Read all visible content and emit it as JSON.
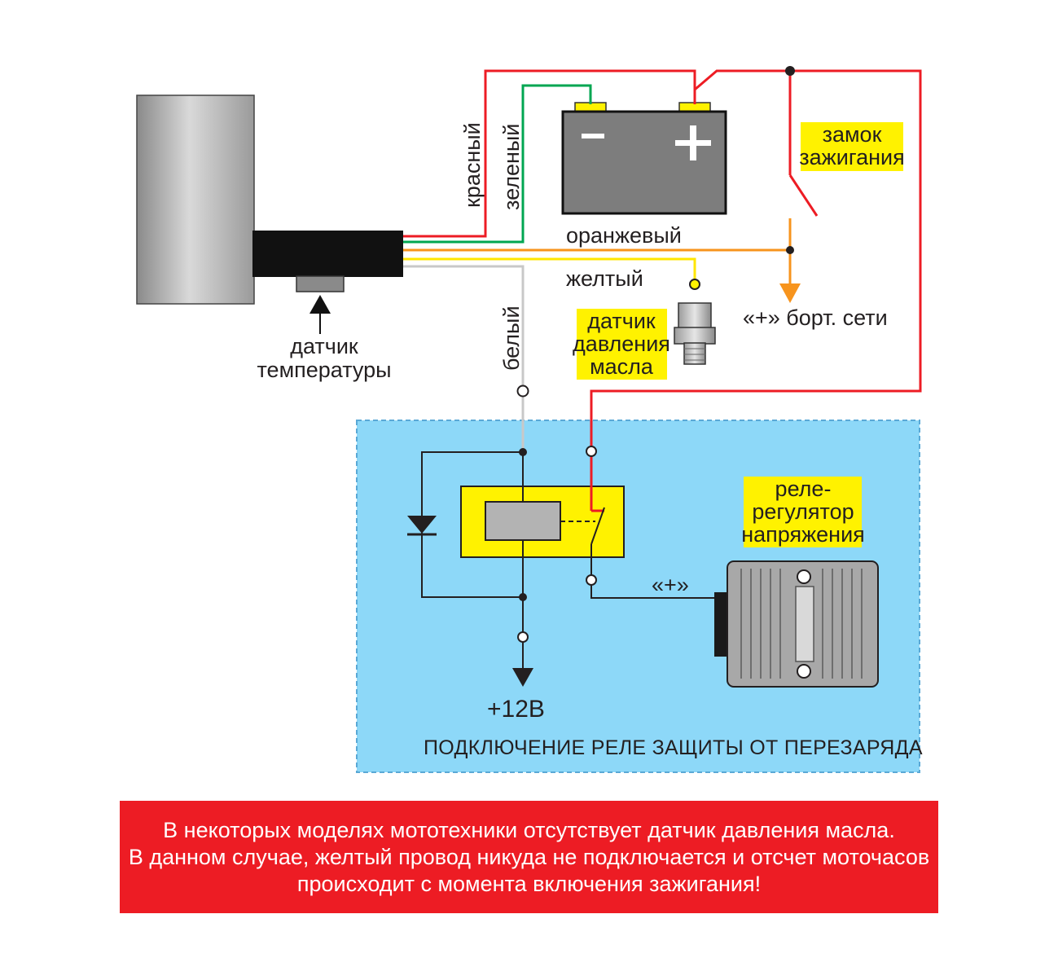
{
  "labels": {
    "wire_red": "красный",
    "wire_green": "зеленый",
    "wire_orange": "оранжевый",
    "wire_yellow": "желтый",
    "wire_white": "белый",
    "temp_sensor_1": "датчик",
    "temp_sensor_2": "температуры",
    "ignition_1": "замок",
    "ignition_2": "зажигания",
    "onboard": "«+» борт. сети",
    "oil_1": "датчик",
    "oil_2": "давления",
    "oil_3": "масла",
    "regulator_1": "реле-",
    "regulator_2": "регулятор",
    "regulator_3": "напряжения",
    "plus_label": "«+»",
    "v12": "+12В",
    "panel_caption": "ПОДКЛЮЧЕНИЕ РЕЛЕ ЗАЩИТЫ ОТ ПЕРЕЗАРЯДА",
    "battery_minus": "−",
    "battery_plus": "+"
  },
  "note": {
    "line1": "В некоторых моделях мототехники отсутствует датчик давления масла.",
    "line2": "В данном случае, желтый провод никуда не подключается и отсчет моточасов",
    "line3": "происходит с момента включения зажигания!"
  },
  "colors": {
    "red_wire": "#ed1c24",
    "green_wire": "#00a651",
    "orange_wire": "#f7941d",
    "yellow_wire": "#ffe600",
    "white_wire": "#c8c8c8",
    "panel_bg": "#8dd8f8",
    "label_bg": "#fff200",
    "note_bg": "#ed1c24"
  }
}
